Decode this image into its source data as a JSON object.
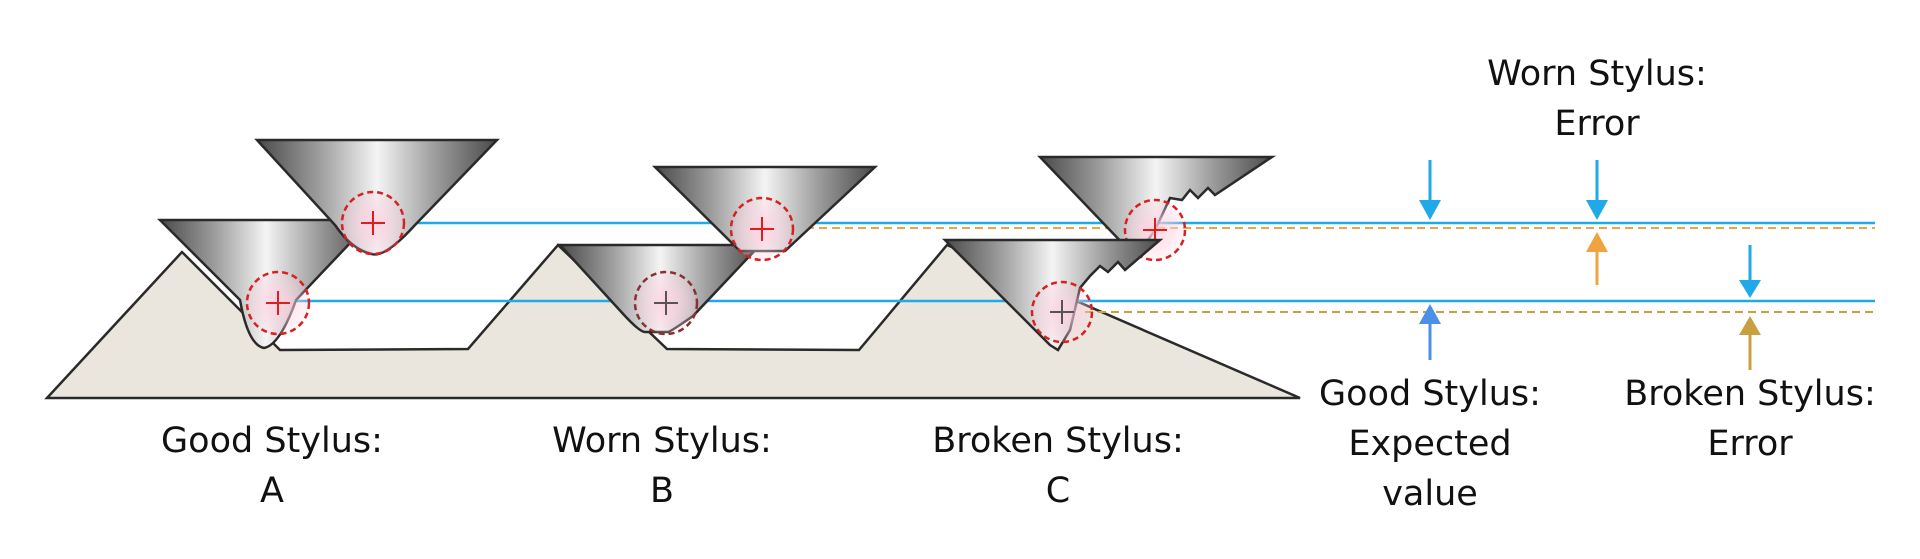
{
  "labels": {
    "stylus_a_line1": "Good Stylus:",
    "stylus_a_line2": "A",
    "stylus_b_line1": "Worn Stylus:",
    "stylus_b_line2": "B",
    "stylus_c_line1": "Broken Stylus:",
    "stylus_c_line2": "C",
    "expected_line1": "Good Stylus:",
    "expected_line2": "Expected",
    "expected_line3": "value",
    "worn_error_line1": "Worn Stylus:",
    "worn_error_line2": "Error",
    "broken_error_line1": "Broken Stylus:",
    "broken_error_line2": "Error"
  },
  "colors": {
    "workpiece": "#ebe6dd",
    "outline": "#2a2a2a",
    "reference_line": "#1fa9e8",
    "worn_error_line": "#f0a440",
    "broken_error_line": "#c8a040",
    "down_arrow": "#1fa9e8",
    "up_arrow_expected": "#4a90e8",
    "contact_circle": "#d82020"
  }
}
